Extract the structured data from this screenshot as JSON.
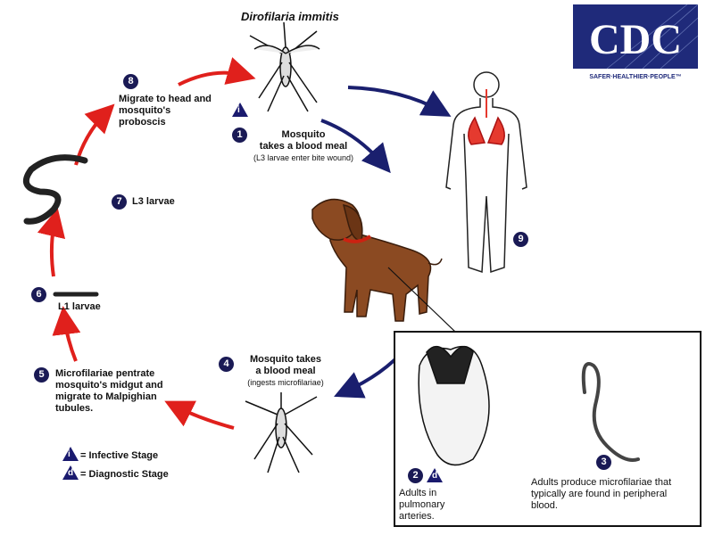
{
  "title": "Dirofilaria immitis",
  "logo": {
    "text": "CDC",
    "tagline": "SAFER·HEALTHIER·PEOPLE™",
    "color": "#1f2a7a"
  },
  "stages": {
    "s1": {
      "num": "1",
      "line1": "Mosquito",
      "line2": "takes a blood meal",
      "sub": "(L3 larvae enter bite wound)"
    },
    "s2": {
      "num": "2",
      "text": "Adults in pulmonary arteries."
    },
    "s3": {
      "num": "3",
      "text": "Adults produce microfilariae that typically are found in peripheral blood."
    },
    "s4": {
      "num": "4",
      "line1": "Mosquito takes",
      "line2": "a blood meal",
      "sub": "(ingests microfilariae)"
    },
    "s5": {
      "num": "5",
      "text": "Microfilariae pentrate mosquito's midgut and migrate to Malpighian tubules."
    },
    "s6": {
      "num": "6",
      "text": "L1 larvae"
    },
    "s7": {
      "num": "7",
      "text": "L3 larvae"
    },
    "s8": {
      "num": "8",
      "text": "Migrate to head and mosquito's proboscis"
    },
    "s9": {
      "num": "9"
    }
  },
  "legend": {
    "infective_symbol": "i",
    "infective": "= Infective Stage",
    "diagnostic_symbol": "d",
    "diagnostic": "= Diagnostic Stage"
  },
  "colors": {
    "red_arrow": "#e0201c",
    "blue_arrow": "#1a1f6e",
    "dog": "#8b4a22",
    "badge": "#1a1a55"
  }
}
